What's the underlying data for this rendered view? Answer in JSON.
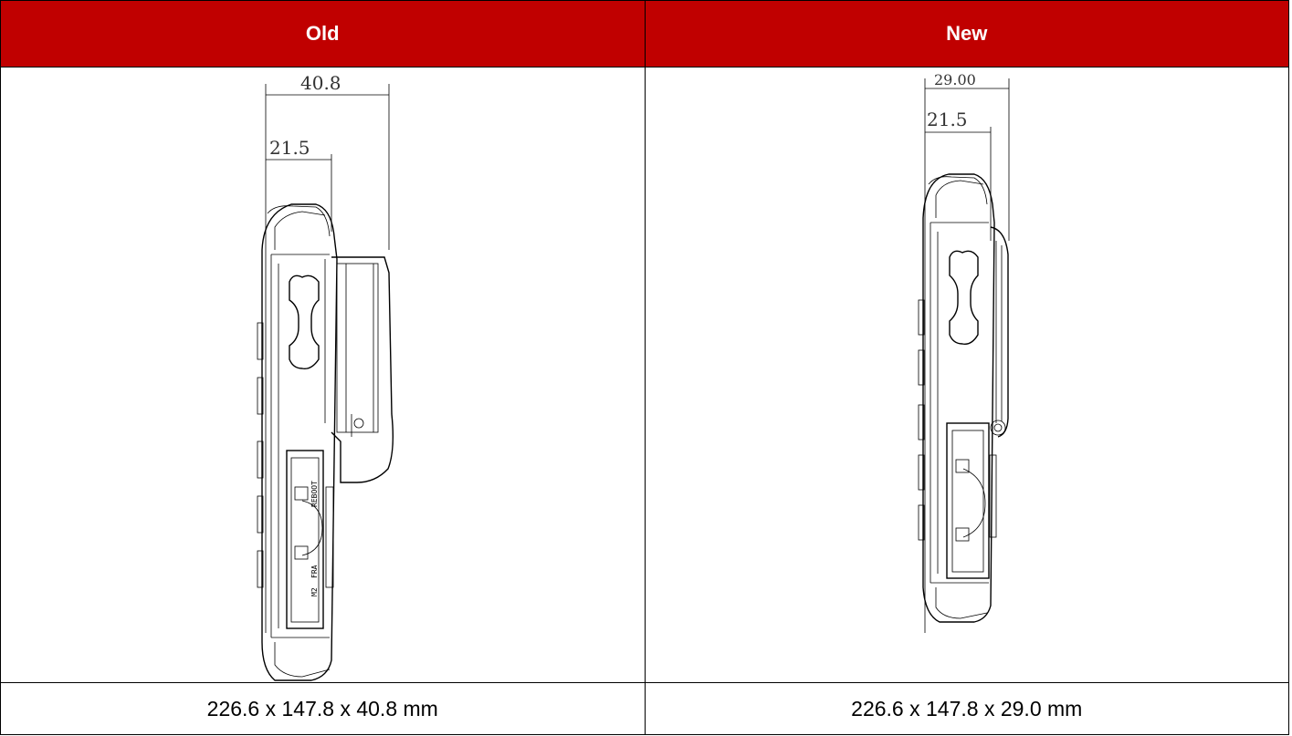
{
  "table": {
    "headers": [
      "Old",
      "New"
    ],
    "columns": [
      {
        "dimension_labels": {
          "overall": "40.8",
          "body": "21.5"
        },
        "size": "226.6 x 147.8 x 40.8 mm",
        "drawing_labels": [
          "REBOOT",
          "M2",
          "FRA"
        ]
      },
      {
        "dimension_labels": {
          "overall": "29.00",
          "body": "21.5"
        },
        "size": "226.6 x 147.8 x 29.0 mm"
      }
    ]
  }
}
